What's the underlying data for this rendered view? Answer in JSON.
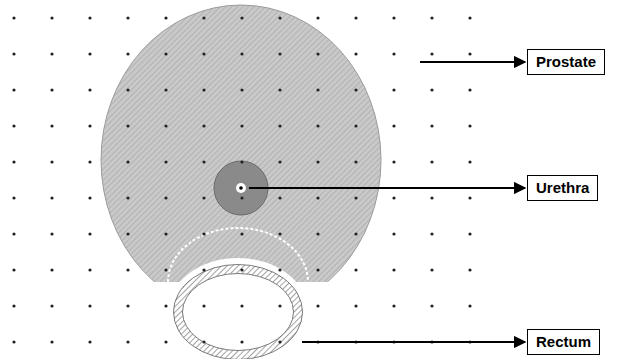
{
  "diagram": {
    "nodes": [
      {
        "text": [
          "Prostate"
        ]
      },
      {
        "text": [
          "Urethra"
        ]
      },
      {
        "text": [
          "Rectum"
        ]
      }
    ]
  }
}
